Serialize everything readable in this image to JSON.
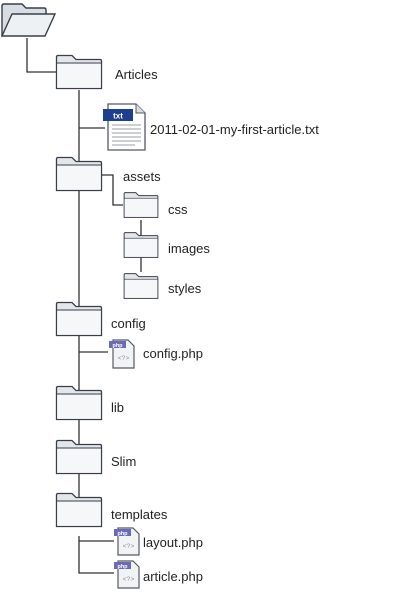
{
  "tree": {
    "articles": {
      "label": "Articles",
      "file": "2011-02-01-my-first-article.txt",
      "file_badge": "txt"
    },
    "assets": {
      "label": "assets",
      "children": [
        "css",
        "images",
        "styles"
      ]
    },
    "config": {
      "label": "config",
      "file": "config.php"
    },
    "lib": {
      "label": "lib"
    },
    "slim": {
      "label": "Slim"
    },
    "templates": {
      "label": "templates",
      "files": [
        "layout.php",
        "article.php"
      ]
    }
  },
  "icons": {
    "folder": "folder-icon",
    "open_folder": "open-folder-icon",
    "text_file": "text-file-icon",
    "php_file": "php-file-icon",
    "php_badge": "php",
    "php_glyph": "<?>"
  },
  "colors": {
    "line": "#333333",
    "folder_fill": "#dfe4ea",
    "folder_stroke": "#3a3f47",
    "txt_badge": "#1e3f8f",
    "php_badge": "#6a6ab8"
  }
}
